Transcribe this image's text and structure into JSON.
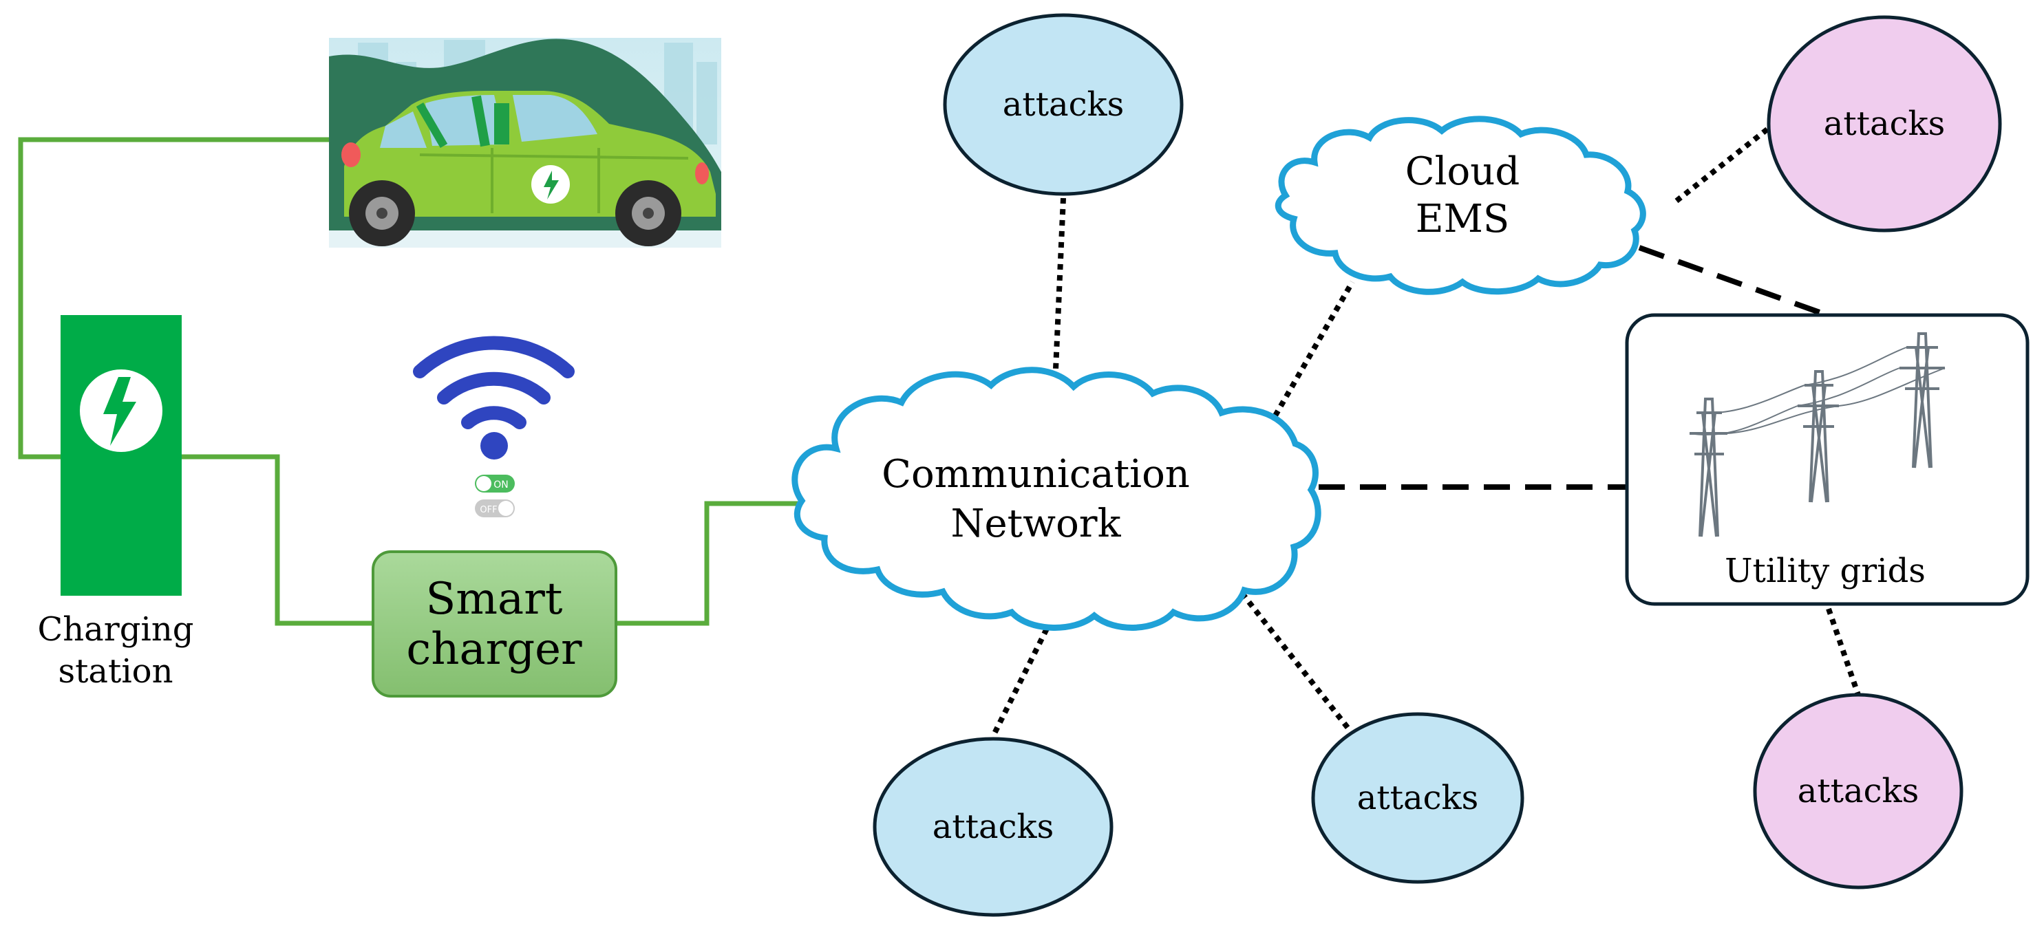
{
  "colors": {
    "green_line": "#5aac3c",
    "station_green": "#00ac48",
    "charger_fill_top": "#a9d89a",
    "charger_fill_bottom": "#86c071",
    "charger_border": "#4e9a3a",
    "cloud_stroke": "#1fa1d7",
    "attack_blue": "#c2e5f4",
    "attack_pink": "#f0cdee",
    "node_stroke": "#0c2230",
    "wifi_blue": "#2f45c0"
  },
  "nodes": {
    "charging_station": {
      "label_line1": "Charging",
      "label_line2": "station",
      "icon": "lightning-bolt-icon"
    },
    "smart_charger": {
      "label_line1": "Smart",
      "label_line2": "charger"
    },
    "communication_network": {
      "label_line1": "Communication",
      "label_line2": "Network"
    },
    "cloud_ems": {
      "label_line1": "Cloud",
      "label_line2": "EMS"
    },
    "utility_grids": {
      "label": "Utility grids",
      "icon": "transmission-tower-icon"
    },
    "electric_car": {
      "icon": "electric-car-icon"
    },
    "wifi": {
      "icon": "wifi-icon",
      "toggle_on": "ON",
      "toggle_off": "OFF"
    }
  },
  "attacks": [
    {
      "id": "attack-top-network",
      "label": "attacks",
      "color": "blue"
    },
    {
      "id": "attack-bottom-left",
      "label": "attacks",
      "color": "blue"
    },
    {
      "id": "attack-bottom-mid",
      "label": "attacks",
      "color": "blue"
    },
    {
      "id": "attack-top-right",
      "label": "attacks",
      "color": "pink"
    },
    {
      "id": "attack-bottom-right",
      "label": "attacks",
      "color": "pink"
    }
  ]
}
